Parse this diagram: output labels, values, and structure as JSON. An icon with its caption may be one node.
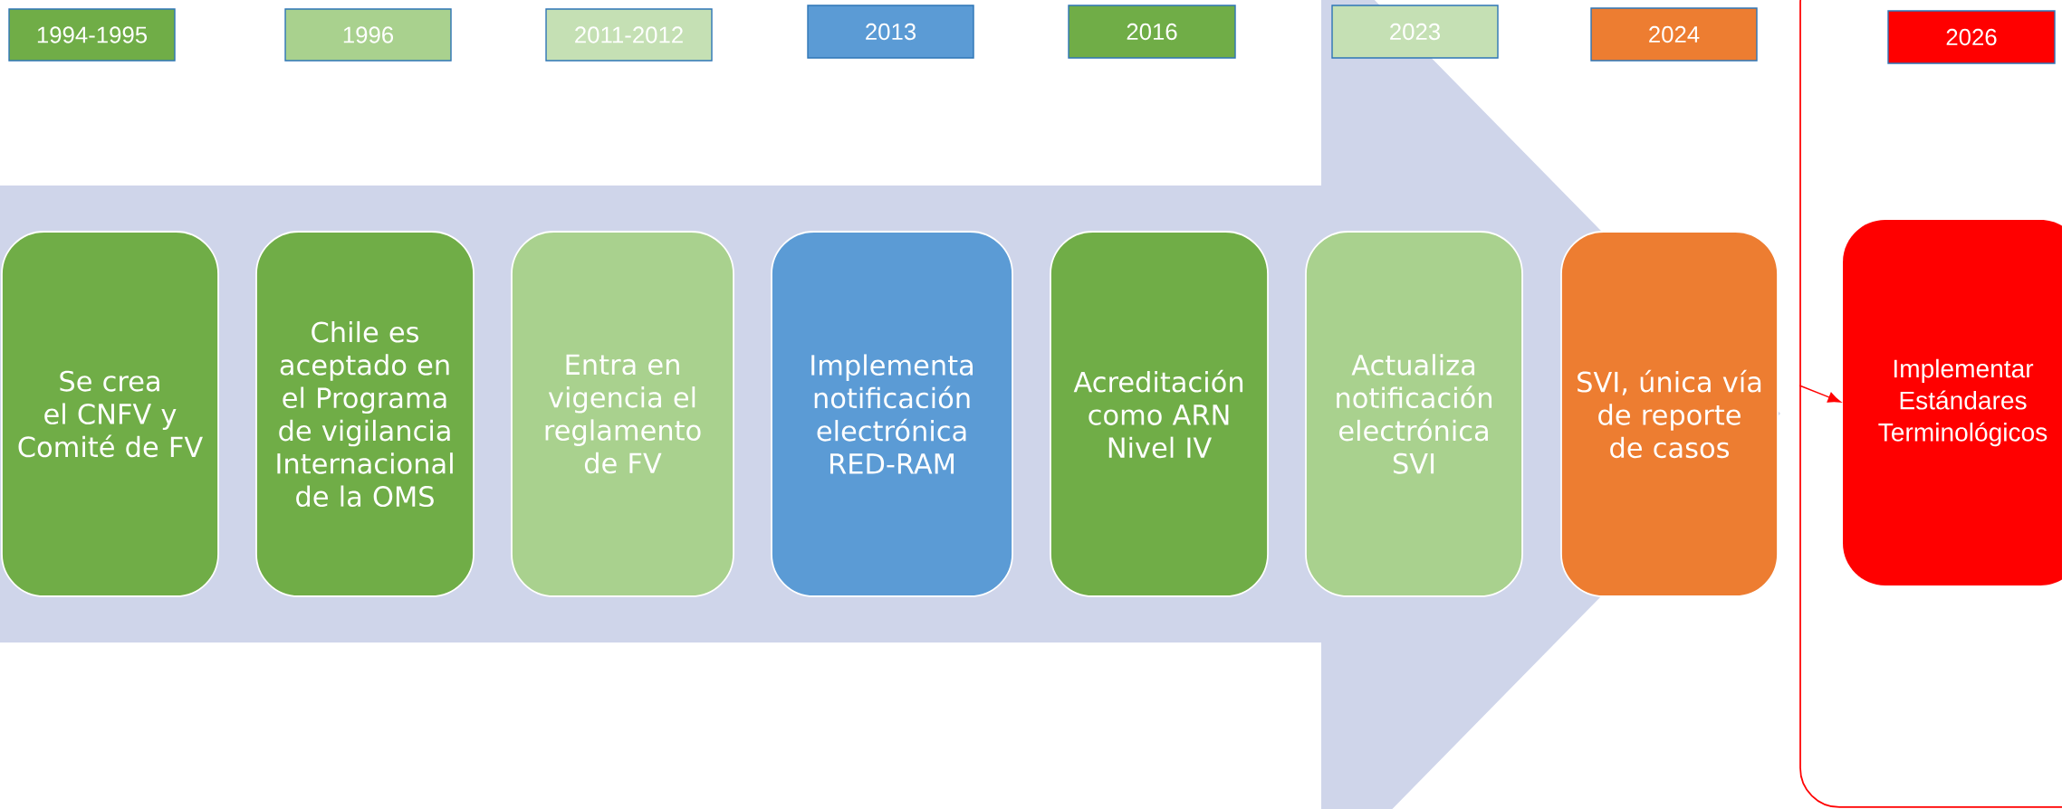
{
  "diagram": {
    "nodes": [
      {
        "text": [
          "1994-1995"
        ]
      },
      {
        "text": [
          "1996"
        ]
      },
      {
        "text": [
          "2011-2012"
        ]
      },
      {
        "text": [
          "2013"
        ]
      },
      {
        "text": [
          "2016"
        ]
      },
      {
        "text": [
          "2023"
        ]
      },
      {
        "text": [
          "2024"
        ]
      },
      {
        "text": [],
        "shape": "box"
      },
      {
        "text": [
          "2026"
        ],
        "in": 7
      },
      {
        "text": [
          "Se crea el CNFV y Comité de FV"
        ]
      },
      {
        "text": [
          "Chile es aceptado en el Programa de vigilancia Internacional de la OMS"
        ]
      },
      {
        "text": [
          "Entra en vigencia el reglamento de FV"
        ]
      },
      {
        "text": [
          "Implementa notificación electrónica RED-RAM"
        ]
      },
      {
        "text": [
          "Acreditación como ARN Nivel IV"
        ]
      },
      {
        "text": [
          "Actualiza notificación electrónica SVI"
        ]
      },
      {
        "text": [
          "SVI, única vía de reporte de casos"
        ]
      },
      {
        "text": [
          "Implementar Estándares Terminológicos"
        ],
        "in": 7
      }
    ],
    "edges": [
      {
        "from": 9,
        "to": 15,
        "arrow": "to",
        "style": "thick",
        "color": "#cfd5ea"
      },
      {
        "from": 7,
        "to": 16,
        "arrow": "to",
        "color": "#ff0000"
      }
    ]
  }
}
